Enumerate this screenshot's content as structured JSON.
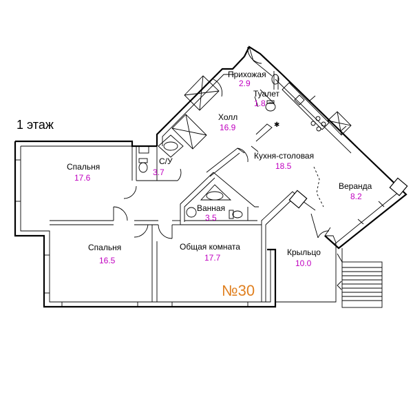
{
  "floor_label": "1 этаж",
  "plan_number": "№30",
  "rooms": {
    "hall_entry": {
      "name": "Прихожая",
      "area": "2.9"
    },
    "toilet": {
      "name": "Туалет",
      "area": "1.8"
    },
    "hall": {
      "name": "Холл",
      "area": "16.9"
    },
    "bathroom_small": {
      "name": "С/У",
      "area": "3.7"
    },
    "bedroom1": {
      "name": "Спальня",
      "area": "17.6"
    },
    "kitchen": {
      "name": "Кухня-столовая",
      "area": "18.5"
    },
    "veranda": {
      "name": "Веранда",
      "area": "8.2"
    },
    "bath": {
      "name": "Ванная",
      "area": "3.5"
    },
    "bedroom2": {
      "name": "Спальня",
      "area": "16.5"
    },
    "living": {
      "name": "Общая комната",
      "area": "17.7"
    },
    "porch": {
      "name": "Крыльцо",
      "area": "10.0"
    }
  }
}
